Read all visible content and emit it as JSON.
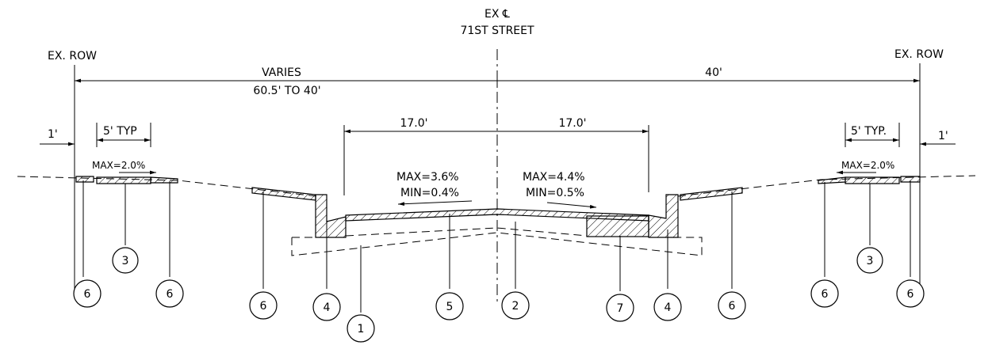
{
  "centerline": {
    "line1": "EX ℄",
    "line2": "71ST STREET"
  },
  "row": {
    "left": "EX. ROW",
    "right": "EX. ROW"
  },
  "dimensions": {
    "left_width_line1": "VARIES",
    "left_width_line2": "60.5' TO 40'",
    "right_width": "40'",
    "left_lane": "17.0'",
    "right_lane": "17.0'",
    "left_offset": "1'",
    "right_offset": "1'",
    "left_sidewalk": "5' TYP",
    "right_sidewalk": "5' TYP."
  },
  "slopes": {
    "left_sidewalk": "MAX=2.0%",
    "right_sidewalk": "MAX=2.0%",
    "left_road_max": "MAX=3.6%",
    "left_road_min": "MIN=0.4%",
    "right_road_max": "MAX=4.4%",
    "right_road_min": "MIN=0.5%"
  },
  "callouts": [
    "6",
    "3",
    "6",
    "6",
    "4",
    "1",
    "5",
    "2",
    "7",
    "4",
    "6",
    "6",
    "3",
    "6"
  ]
}
